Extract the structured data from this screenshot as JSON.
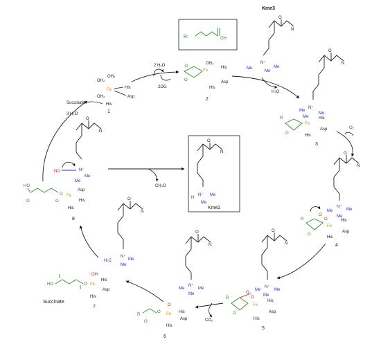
{
  "colors": {
    "black": "#1a1a1a",
    "green": "#2e8b2e",
    "blue": "#1f2fd0",
    "red": "#d01818",
    "orange": "#e88a00"
  },
  "r_box": {
    "r": "R:",
    "oh": "OH"
  },
  "kme3_title": "Kme3",
  "kme2_label": "Kme2",
  "h": "H",
  "n_plus": "N⁺",
  "nh": "N",
  "me": "Me",
  "his": "His",
  "asp": "Asp",
  "oh2": "OH₂",
  "o": "O",
  "fe": "Fe",
  "oh": "OH",
  "r": "R",
  "ho": "HO",
  "h2c": "H₂C",
  "compounds": [
    "1",
    "2",
    "3",
    "4",
    "5",
    "6",
    "7",
    "8"
  ],
  "arrows": {
    "water2": "2 H₂O",
    "two_og": "2OG",
    "h2o": "H₂O",
    "o2": "O₂",
    "co2": "CO₂",
    "ch2o": "CH₂O",
    "succinate_in": "Succinate",
    "water3": "3 H₂O"
  },
  "succinate_label": "Succinate"
}
